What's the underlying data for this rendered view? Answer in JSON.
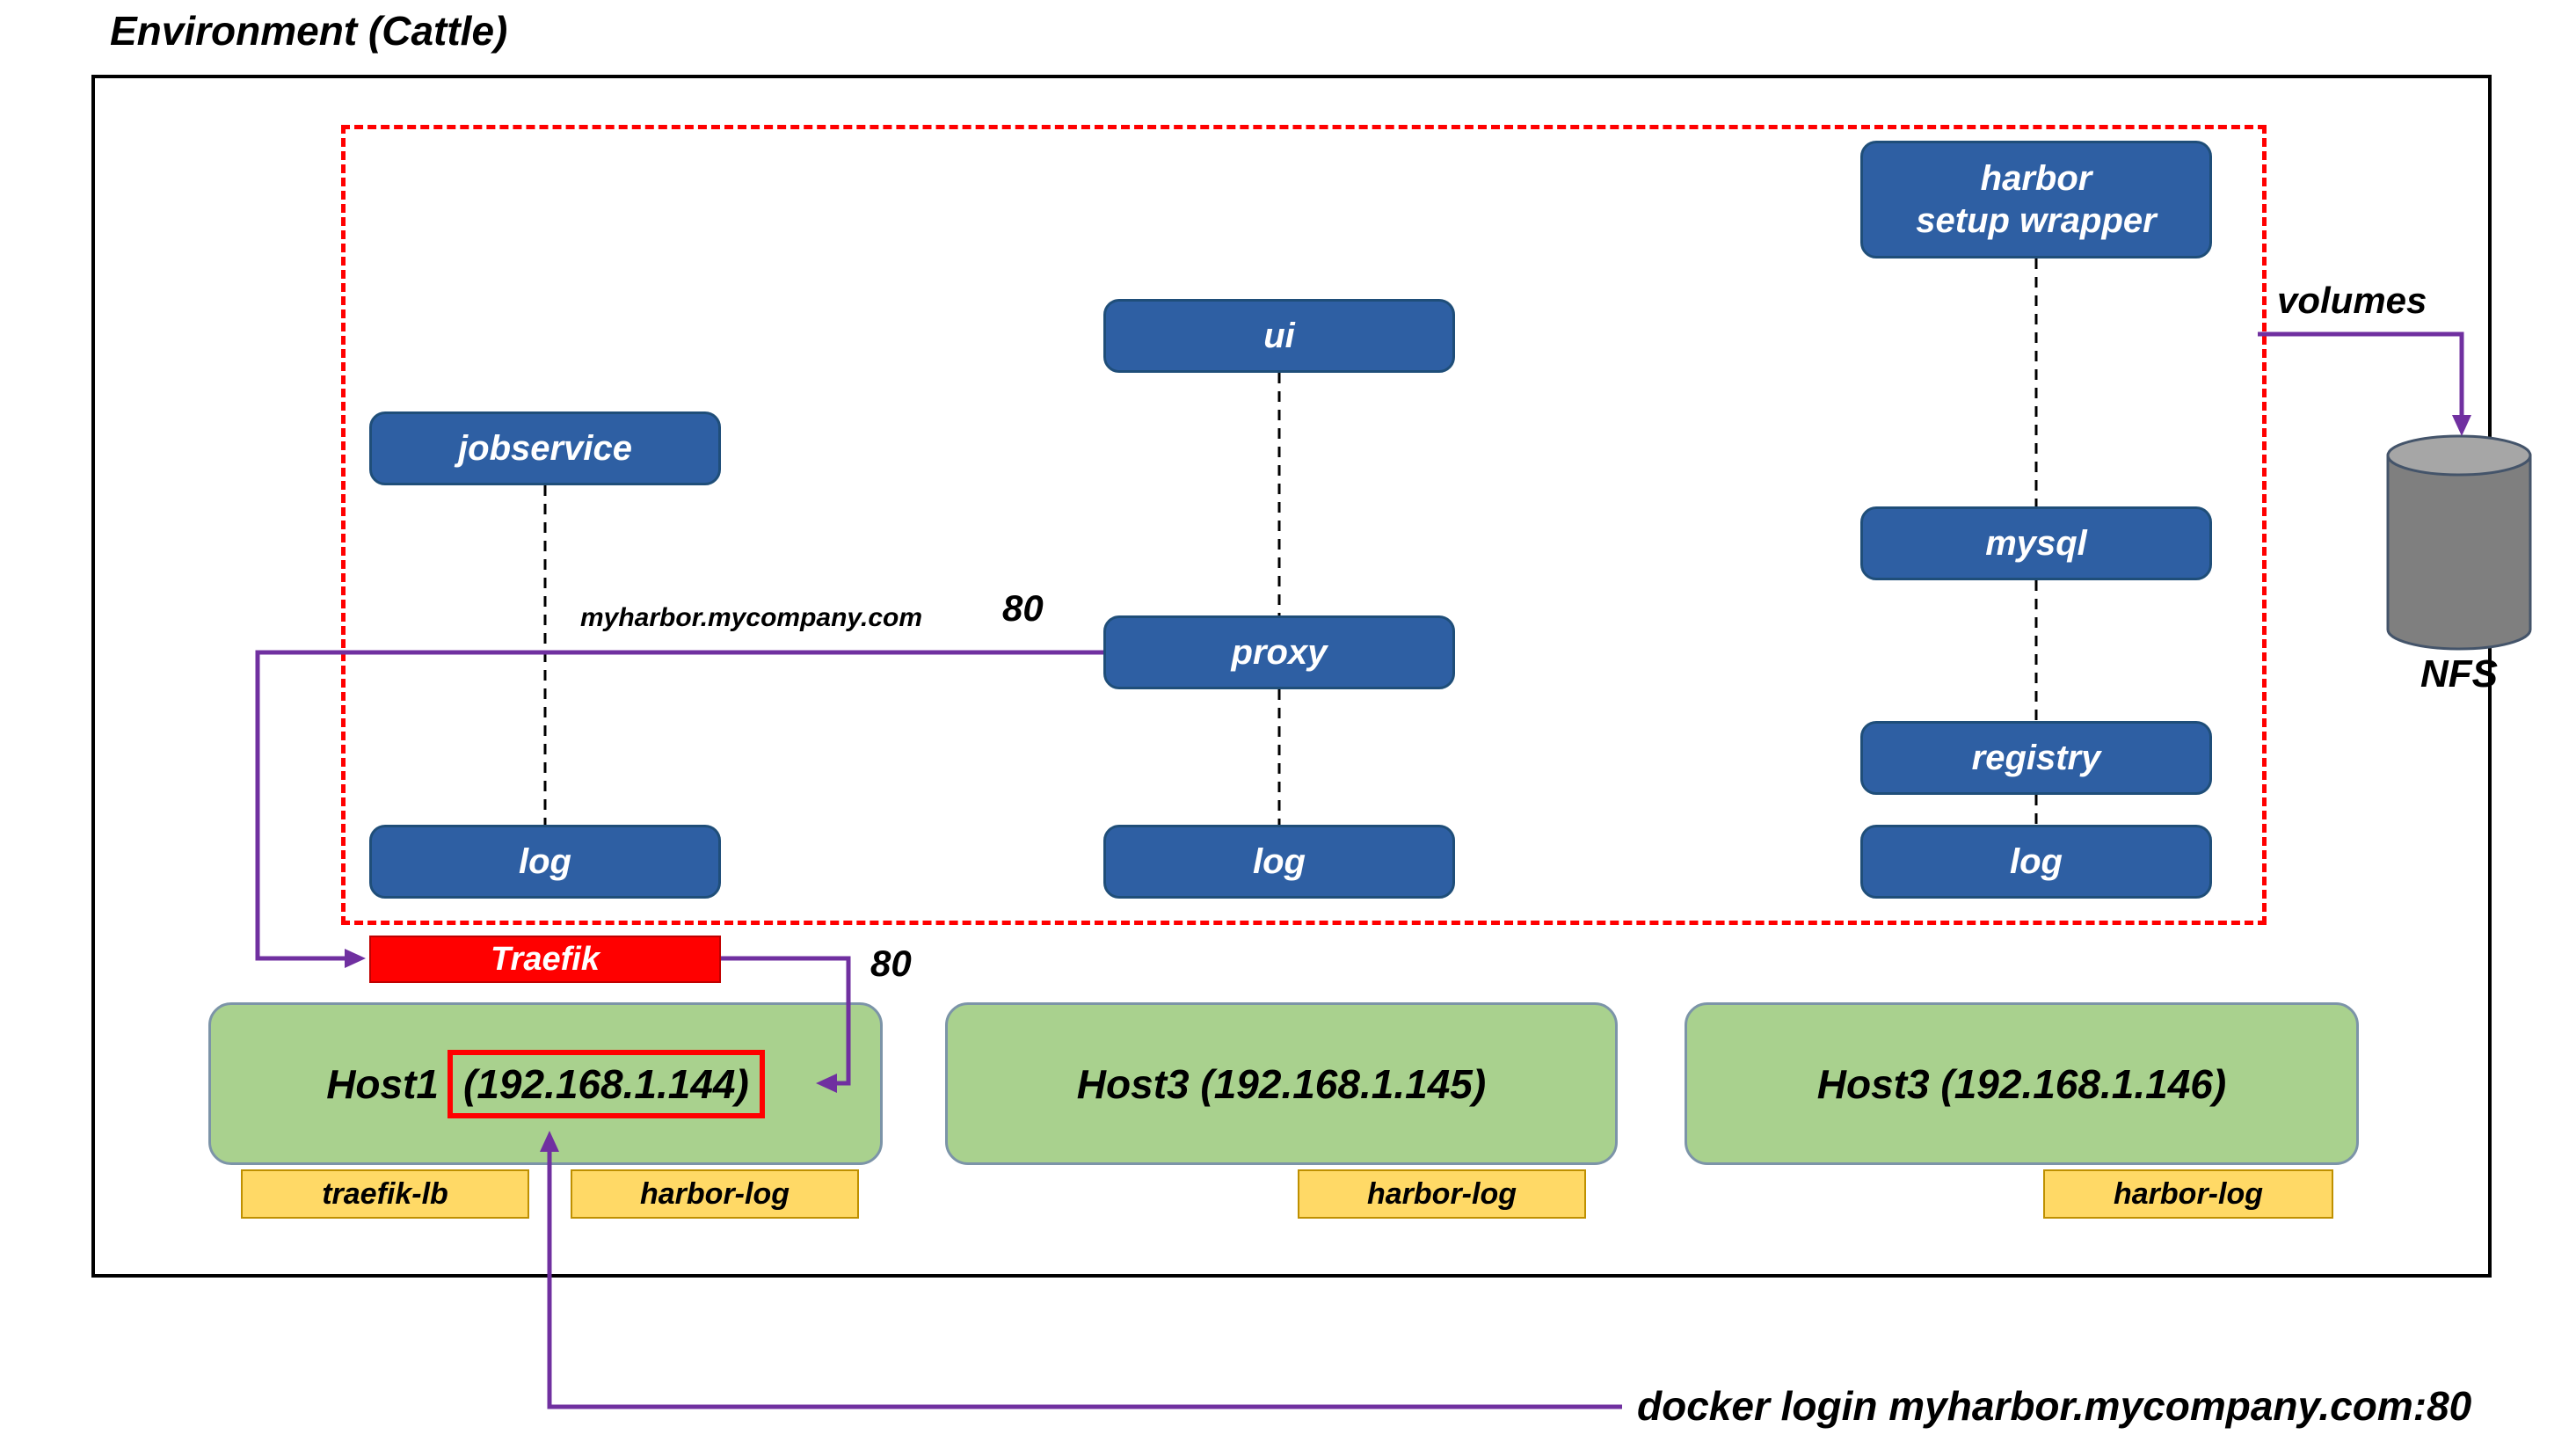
{
  "title": "Environment (Cattle)",
  "cluster": {
    "services": {
      "jobservice": "jobservice",
      "ui": "ui",
      "proxy": "proxy",
      "wrapper_line1": "harbor",
      "wrapper_line2": "setup wrapper",
      "mysql": "mysql",
      "registry": "registry",
      "log": "log"
    }
  },
  "network": {
    "traefik": "Traefik",
    "domain_label": "myharbor.mycompany.com",
    "proxy_port": "80",
    "traefik_port": "80",
    "volumes_label": "volumes",
    "docker_login": "docker login myharbor.mycompany.com:80"
  },
  "storage": {
    "nfs": "NFS"
  },
  "hosts": [
    {
      "prefix": "Host1",
      "ip": "(192.168.1.144)",
      "containers": [
        "traefik-lb",
        "harbor-log"
      ]
    },
    {
      "label": "Host3 (192.168.1.145)",
      "containers": [
        "harbor-log"
      ]
    },
    {
      "label": "Host3 (192.168.1.146)",
      "containers": [
        "harbor-log"
      ]
    }
  ],
  "colors": {
    "service_fill": "#2E5FA3",
    "accent_purple": "#7030A0",
    "host_fill": "#A9D18E",
    "container_fill": "#FFD966",
    "traefik_fill": "#FF0000",
    "highlight_red": "#FF0000",
    "nfs_gray": "#7F7F7F"
  }
}
